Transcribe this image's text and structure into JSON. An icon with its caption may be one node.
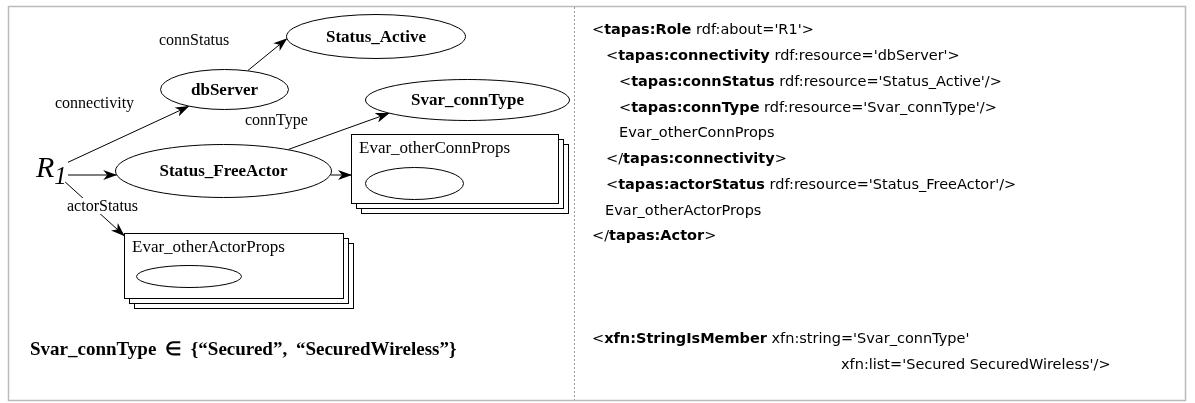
{
  "diagram": {
    "nodes": [
      {
        "text": [
          "R$_{1}$"
        ]
      },
      {
        "text": [
          "dbServer"
        ]
      },
      {
        "text": [
          "Status_Active"
        ]
      },
      {
        "text": [
          "Svar_connType"
        ]
      },
      {
        "text": [
          "Status_FreeActor"
        ]
      },
      {
        "text": [
          "Evar_otherConnProps"
        ]
      },
      {
        "text": [],
        "shape": "circle",
        "in": 5
      },
      {
        "text": [
          "Evar_otherActorProps"
        ]
      },
      {
        "text": [],
        "shape": "circle",
        "in": 7
      }
    ],
    "edges": [
      {
        "from": 0,
        "to": 1,
        "arrow": "to",
        "label": "connectivity"
      },
      {
        "from": 1,
        "to": 2,
        "arrow": "to",
        "label": "connStatus"
      },
      {
        "from": 0,
        "to": 4,
        "arrow": "to"
      },
      {
        "from": 4,
        "to": 3,
        "arrow": "to",
        "label": "connType"
      },
      {
        "from": 4,
        "to": 5,
        "arrow": "to"
      },
      {
        "from": 0,
        "to": 7,
        "arrow": "to",
        "label": "actorStatus"
      }
    ],
    "labels": [
      "<**tapas:Role** rdf:about='R1'>",
      "<**tapas:connectivity** rdf:resource='dbServer'>",
      "<**tapas:connStatus** rdf:resource='Status_Active'/>",
      "<**tapas:connType** rdf:resource='Svar_connType'/>",
      "Evar_otherConnProps",
      "</**tapas:connectivity**>",
      "<**tapas:actorStatus** rdf:resource='Status_FreeActor'/>",
      "Evar_otherActorProps",
      "</**tapas:Actor**>",
      "Svar_connType ∈ {“Secured”, “SecuredWireless”}",
      "<**xfn:StringIsMember** xfn:string='Svar_connType'",
      "xfn:list='Secured SecuredWireless'/>"
    ]
  }
}
